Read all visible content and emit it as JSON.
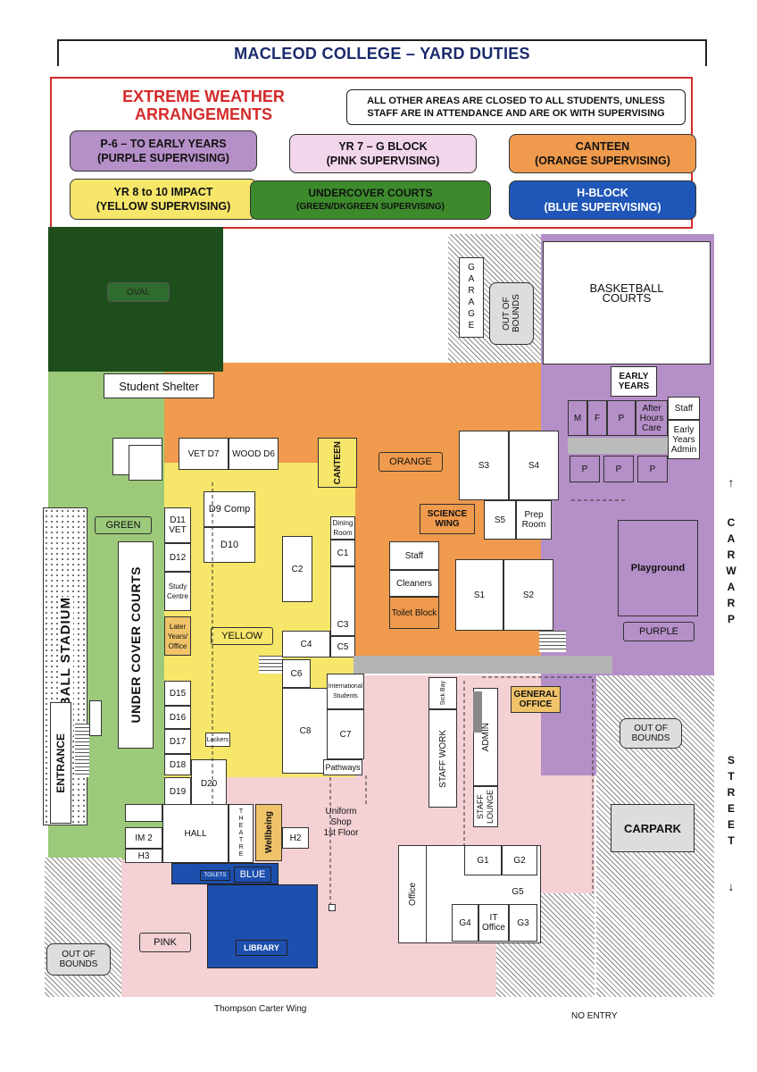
{
  "title": "MACLEOD COLLEGE – YARD DUTIES",
  "legend": {
    "heading_line1": "EXTREME WEATHER",
    "heading_line2": "ARRANGEMENTS",
    "note_line1": "ALL OTHER AREAS ARE CLOSED TO ALL STUDENTS, UNLESS",
    "note_line2": "STAFF ARE IN ATTENDANCE AND ARE OK WITH SUPERVISING",
    "items": [
      {
        "line1": "P-6 – TO EARLY YEARS",
        "line2": "(PURPLE SUPERVISING)",
        "color": "#b58fc7"
      },
      {
        "line1": "YR 7 – G BLOCK",
        "line2": "(PINK SUPERVISING)",
        "color": "#f2d6ec"
      },
      {
        "line1": "CANTEEN",
        "line2": "(ORANGE SUPERVISING)",
        "color": "#ef9a4c"
      },
      {
        "line1": "YR 8 to 10 IMPACT",
        "line2": "(YELLOW SUPERVISING)",
        "color": "#f6e66a"
      },
      {
        "line1": "UNDERCOVER COURTS",
        "line2": "(GREEN/DKGREEN SUPERVISING)",
        "color": "#3c8a2c"
      },
      {
        "line1": "H-BLOCK",
        "line2": "(BLUE SUPERVISING)",
        "color": "#1f56b8"
      }
    ]
  },
  "zone_colors": {
    "dkgreen": "#1d4e1c",
    "green": "#9cc97a",
    "orange": "#ef9a4c",
    "yellow": "#f6e66a",
    "purple": "#b58fc7",
    "pink": "#f3d1d4",
    "blue": "#1d4fae"
  },
  "labels": {
    "oval": "OVAL",
    "student_shelter": "Student Shelter",
    "garage": "GARAGE",
    "out_of_bounds_top_l1": "OUT OF",
    "out_of_bounds_top_l2": "BOUNDS",
    "basketball_l1": "BASKETBALL",
    "basketball_l2": "COURTS",
    "early_years_l1": "EARLY",
    "early_years_l2": "YEARS",
    "m": "M",
    "f": "F",
    "p": "P",
    "after_hours": "After Hours Care",
    "staff": "Staff",
    "early_years_admin": "Early Years Admin",
    "playground": "Playground",
    "purple": "PURPLE",
    "vet_d7": "VET D7",
    "wood_d6": "WOOD D6",
    "canteen": "CANTEEN",
    "orange": "ORANGE",
    "s3": "S3",
    "s4": "S4",
    "s5": "S5",
    "prep_room": "Prep Room",
    "science_wing_l1": "SCIENCE",
    "science_wing_l2": "WING",
    "staff_room": "Staff",
    "cleaners": "Cleaners",
    "toilet_block": "Toilet Block",
    "s1": "S1",
    "s2": "S2",
    "green": "GREEN",
    "d11_vet": "D11 VET",
    "d12": "D12",
    "study_centre": "Study Centre",
    "later_years": "Later Years/ Office",
    "d9_comp": "D9 Comp",
    "d10": "D10",
    "dining_room": "Dining Room",
    "c1": "C1",
    "c2": "C2",
    "c3": "C3",
    "c4": "C4",
    "c5": "C5",
    "c6": "C6",
    "c7": "C7",
    "c8": "C8",
    "yellow": "YELLOW",
    "netball_stadium": "NETBALL STADIUM",
    "under_cover_courts": "UNDER COVER COURTS",
    "entrance": "ENTRANCE",
    "d15": "D15",
    "d16": "D16",
    "d17": "D17",
    "d18": "D18",
    "d19": "D19",
    "d20": "D20",
    "lockers": "Lockers",
    "international": "International Students",
    "pathways": "Pathways",
    "sick_bay": "Sick Bay",
    "general_office_l1": "GENERAL",
    "general_office_l2": "OFFICE",
    "staff_work": "STAFF WORK",
    "admin": "ADMIN",
    "staff_lounge": "STAFF LOUNGE",
    "out_of_bounds_right_l1": "OUT OF",
    "out_of_bounds_right_l2": "BOUNDS",
    "carpark": "CARPARK",
    "im2": "IM 2",
    "h3": "H3",
    "hall": "HALL",
    "theatre": "THEATRE",
    "wellbeing": "Wellbeing",
    "h2": "H2",
    "uniform_shop_l1": "Uniform",
    "uniform_shop_l2": "Shop",
    "uniform_shop_l3": "1st Floor",
    "toilets": "TOILETS",
    "blue": "BLUE",
    "library": "LIBRARY",
    "pink": "PINK",
    "office": "Office",
    "g1": "G1",
    "g2": "G2",
    "g3": "G3",
    "g4": "G4",
    "g5": "G5",
    "it_office": "IT Office",
    "out_of_bounds_bottom_l1": "OUT OF",
    "out_of_bounds_bottom_l2": "BOUNDS",
    "thompson": "Thompson Carter Wing",
    "no_entry": "NO ENTRY",
    "carwarp": "CARWARP",
    "street": "STREET"
  }
}
